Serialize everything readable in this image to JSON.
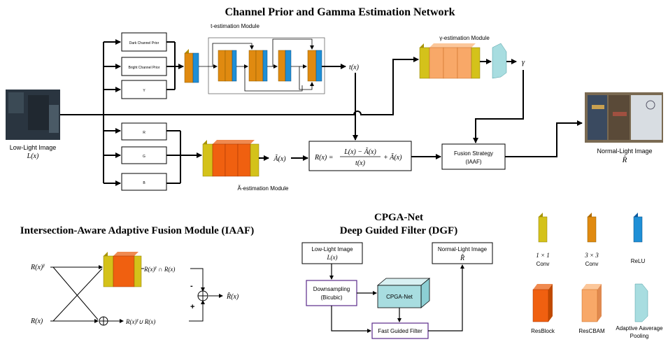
{
  "top": {
    "title": "Channel Prior and Gamma Estimation Network",
    "t_module": "t-estimation Module",
    "gamma_module": "γ-estimation Module",
    "a_module": "Ã-estimation Module",
    "priors": [
      "Dark Channel Prior",
      "Bright Channel Prior",
      "Y"
    ],
    "rgb": [
      "R",
      "G",
      "B"
    ],
    "t_out": "t(x)",
    "gamma_out": "γ",
    "a_out": "Ã(x)",
    "input_label": "Low-Light Image",
    "input_math": "L(x)",
    "formula_lhs": "R(x) =",
    "formula_num": "L(x) − Ã(x)",
    "formula_den": "t(x)",
    "formula_tail": "+ Ã(x)",
    "fusion_line1": "Fusion Strategy",
    "fusion_line2": "(IAAF)",
    "output_label": "Normal-Light Image",
    "output_math": "R̂"
  },
  "iaaf": {
    "title": "Intersection-Aware Adaptive Fusion Module (IAAF)",
    "in_top": "R(x)^γ",
    "in_bottom": "R(x)",
    "out_top": "R(x)^γ ∩ R(x)",
    "out_bottom": "R(x)^γ ∪ R(x)",
    "minus": "-",
    "plus": "+",
    "result": "R̂(x)"
  },
  "dgf": {
    "title1": "CPGA-Net",
    "title2": "Deep Guided Filter (DGF)",
    "input_label": "Low-Light Image",
    "input_math": "L(x)",
    "output_label": "Normal-Light Image",
    "output_math": "R̂",
    "down1": "Downsampling",
    "down2": "(Bicubic)",
    "cpga": "CPGA-Net",
    "fgf": "Fast Guided Filter"
  },
  "legend": {
    "conv1_math": "1 × 1",
    "conv1": "Conv",
    "conv3_math": "3 × 3",
    "conv3": "Conv",
    "relu": "ReLU",
    "resblock": "ResBlock",
    "rescbam": "ResCBAM",
    "aap1": "Adaptive Aaverage",
    "aap2": "Pooling"
  },
  "colors": {
    "yellow": "#d4c21a",
    "orange": "#e08a10",
    "blue": "#1f8fd6",
    "red": "#f06010",
    "peach": "#f8a868",
    "cyan": "#a8dde0",
    "purple": "#5a2a8a"
  }
}
